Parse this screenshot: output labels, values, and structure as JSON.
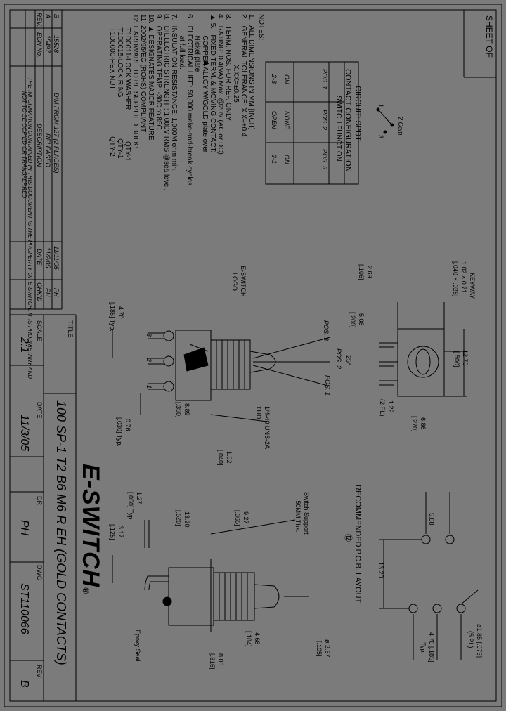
{
  "sheet_label": "SHEET  OF",
  "notes": {
    "heading": "NOTES:",
    "items": [
      "1.   ALL DIMENSIONS IN MM [INCH]",
      "2.   GENERAL TOLERANCE: X.X=±0.4",
      "                          X.XX=±0.25",
      "3.   TERM. NOS. FOR REF. ONLY",
      "4.   RATING: 0.4(VA) Max. @20V (AC or DC)",
      "▲ 5.   FIXED TERM. & MOVING CONTACT:",
      "           COPPER ALLOY W/GOLD plate over",
      "           Nickel plate",
      "6.   ELECTRICAL LIFE: 50,000 make-and-break cycles",
      "           at full load.",
      "7.   INSULATION RESISTANCE: 1,000M ohm min.",
      "8.   DIELECTRIC STRENGTH: 1,000V RMS @sea level.",
      "9.   OPERATING TEMP: -30C to 85C.",
      "10. ▲ DESIGNATES MAJOR FEATURE",
      "11. 2002/95/EC (ROHS) COMPLIANT",
      "12. HARDWARE TO BE SUPPLIED BULK:",
      "       T1D0011-LOCK WASHER                QTY-1",
      "       T1D0015-LOCK RING                     QTY-1",
      "       T1D0000-HEX NUT                        QTY-2"
    ]
  },
  "circuit": {
    "title": "CIRCUIT: SPDT",
    "subtitle": "CONTACT CONFIGURATION",
    "table_header": "SWITCH FUNCTION",
    "columns": [
      "POS. 1",
      "POS. 2",
      "POS. 3"
    ],
    "row1": [
      "ON",
      "NONE",
      "ON"
    ],
    "row2": [
      "2-3",
      "OPEN",
      "2-1"
    ],
    "com_label": "2 Com",
    "pin1": "1",
    "pin3": "3"
  },
  "revisions": {
    "rows": [
      {
        "rev": "B",
        "ecn": "15528",
        "description": "DIM FROM 127 (2 PLACES)",
        "date": "11/11/05",
        "chkd": "PH"
      },
      {
        "rev": "A",
        "ecn": "15497",
        "description": "RELEASED",
        "date": "11/2/05",
        "chkd": "PH"
      }
    ],
    "headers": {
      "rev": "REV.",
      "ecn": "ECN No.",
      "description": "DESCRIPTION",
      "date": "DATE",
      "chkd": "CHK'D"
    },
    "proprietary": "THE INFORMATION CONTAINED IN THIS DOCUMENT IS THE PROPERTY OF E-SWITCH. IT IS PROPRIETARY AND",
    "proprietary2": "NOT TO BE COPIED OR TRANSFERRED"
  },
  "title_block": {
    "title_label": "TITLE",
    "title": "100 SP-1 T2 B6 M6 R EH (GOLD CONTACTS)",
    "scale_label": "SCALE",
    "scale": "2:1",
    "date_label": "DATE",
    "date": "11/3/05",
    "dr_label": "DR",
    "dr": "PH",
    "dwg_label": "DWG",
    "dwg": "ST110066",
    "rev_label": "REV",
    "rev": "B",
    "logo": "E-SWITCH",
    "logo_mark": "®"
  },
  "dims": {
    "keyway": "KEYWAY",
    "keyway_mm": "1.02 × 0.71",
    "keyway_in": "[.040 × .028]",
    "d2_69": "2.69",
    "d2_69_in": "[.106]",
    "d5_08": "5.08",
    "d5_08_in": "[.200]",
    "d12_70": "12.70",
    "d12_70_in": "[.500]",
    "d1_22": "1.22",
    "d1_22_pl": "(2 PL)",
    "d6_86": "6.86",
    "d6_86_in": "[.270]",
    "pos3": "POS. 3",
    "pos2": "POS. 2",
    "pos1": "POS. 1",
    "angle": "25°",
    "logo_lbl": "E-SWITCH",
    "logo_lbl2": "LOGO",
    "thd": "1/4-40 UNS-2A",
    "thd2": "THD",
    "d4_70": "4.70",
    "d4_70_in": "[.185] Typ.",
    "d8_89": "8.89",
    "d8_89_in": "[.350]",
    "d1_02": "1.02",
    "d1_02_in": "[.040]",
    "d0_76": "0.76",
    "d0_76_in": "[.030] Typ.",
    "t1": "1",
    "t2": "2",
    "t3": "3",
    "pcb_title": "RECOMMENDED P.C.B. LAYOUT",
    "pcb_note": "⑫",
    "d5_08b": "5.08",
    "d13_20": "13.20",
    "dia1_85": "ø1.85 [.073]",
    "dia_pl": "(5 PL)",
    "d4_70b": "4.70 [.185]",
    "d4_70b_typ": "Typ.",
    "support": "Switch Support",
    "support2": ".50MM Thk.",
    "d9_27": "9.27",
    "d9_27_in": "[.365]",
    "d13_20b": "13.20",
    "d13_20b_in": "[.520]",
    "d1_27": "1.27",
    "d1_27_in": "[.050] Typ.",
    "d3_17": "3.17",
    "d3_17_in": "[.125]",
    "d2_67": "ø 2.67",
    "d2_67_in": "[.105]",
    "d4_68": "4.68",
    "d4_68_in": "[.184]",
    "d8_00": "8.00",
    "d8_00_in": "[.315]",
    "epoxy": "Epoxy Seal"
  }
}
